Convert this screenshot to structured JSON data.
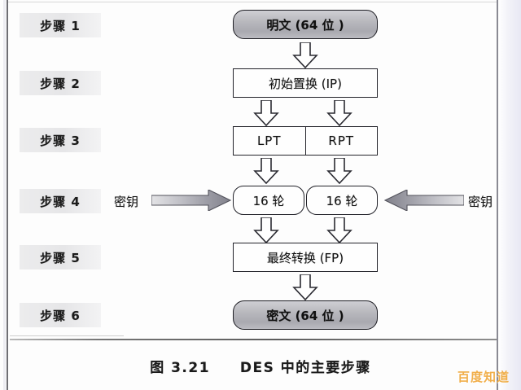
{
  "figure": {
    "caption_number": "图 3.21",
    "caption_title": "DES 中的主要步骤"
  },
  "steps": [
    {
      "label": "步骤 1"
    },
    {
      "label": "步骤 2"
    },
    {
      "label": "步骤 3"
    },
    {
      "label": "步骤 4"
    },
    {
      "label": "步骤 5"
    },
    {
      "label": "步骤 6"
    }
  ],
  "nodes": {
    "plaintext": "明文 (64 位 )",
    "initial_permutation": "初始置换 (IP)",
    "lpt": "LPT",
    "rpt": "RPT",
    "rounds_left": "16 轮",
    "rounds_right": "16 轮",
    "final_permutation": "最终转换 (FP)",
    "ciphertext": "密文 (64 位 )"
  },
  "keys": {
    "left_key_label": "密钥",
    "right_key_label": "密钥"
  },
  "watermark": {
    "text": "百度知道"
  },
  "chart_data": {
    "type": "diagram",
    "title": "DES 中的主要步骤",
    "nodes": [
      {
        "id": "plaintext",
        "label": "明文 (64 位 )",
        "step": "步骤 1",
        "shape": "rounded-shaded"
      },
      {
        "id": "ip",
        "label": "初始置换 (IP)",
        "step": "步骤 2",
        "shape": "rect"
      },
      {
        "id": "lpt",
        "label": "LPT",
        "step": "步骤 3",
        "shape": "rect-split-left"
      },
      {
        "id": "rpt",
        "label": "RPT",
        "step": "步骤 3",
        "shape": "rect-split-right"
      },
      {
        "id": "rounds_left",
        "label": "16 轮",
        "step": "步骤 4",
        "shape": "rounded"
      },
      {
        "id": "rounds_right",
        "label": "16 轮",
        "step": "步骤 4",
        "shape": "rounded"
      },
      {
        "id": "fp",
        "label": "最终转换 (FP)",
        "step": "步骤 5",
        "shape": "rect"
      },
      {
        "id": "ciphertext",
        "label": "密文 (64 位 )",
        "step": "步骤 6",
        "shape": "rounded-shaded"
      },
      {
        "id": "key_left",
        "label": "密钥",
        "step": "步骤 4",
        "shape": "text"
      },
      {
        "id": "key_right",
        "label": "密钥",
        "step": "步骤 4",
        "shape": "text"
      }
    ],
    "edges": [
      {
        "from": "plaintext",
        "to": "ip",
        "style": "block-arrow-down"
      },
      {
        "from": "ip",
        "to": "lpt",
        "style": "block-arrow-down"
      },
      {
        "from": "ip",
        "to": "rpt",
        "style": "block-arrow-down"
      },
      {
        "from": "lpt",
        "to": "rounds_left",
        "style": "block-arrow-down"
      },
      {
        "from": "rpt",
        "to": "rounds_right",
        "style": "block-arrow-down"
      },
      {
        "from": "key_left",
        "to": "rounds_left",
        "style": "gradient-arrow-right"
      },
      {
        "from": "key_right",
        "to": "rounds_right",
        "style": "gradient-arrow-left"
      },
      {
        "from": "rounds_left",
        "to": "fp",
        "style": "block-arrow-down"
      },
      {
        "from": "rounds_right",
        "to": "fp",
        "style": "block-arrow-down"
      },
      {
        "from": "fp",
        "to": "ciphertext",
        "style": "block-arrow-down"
      }
    ]
  }
}
